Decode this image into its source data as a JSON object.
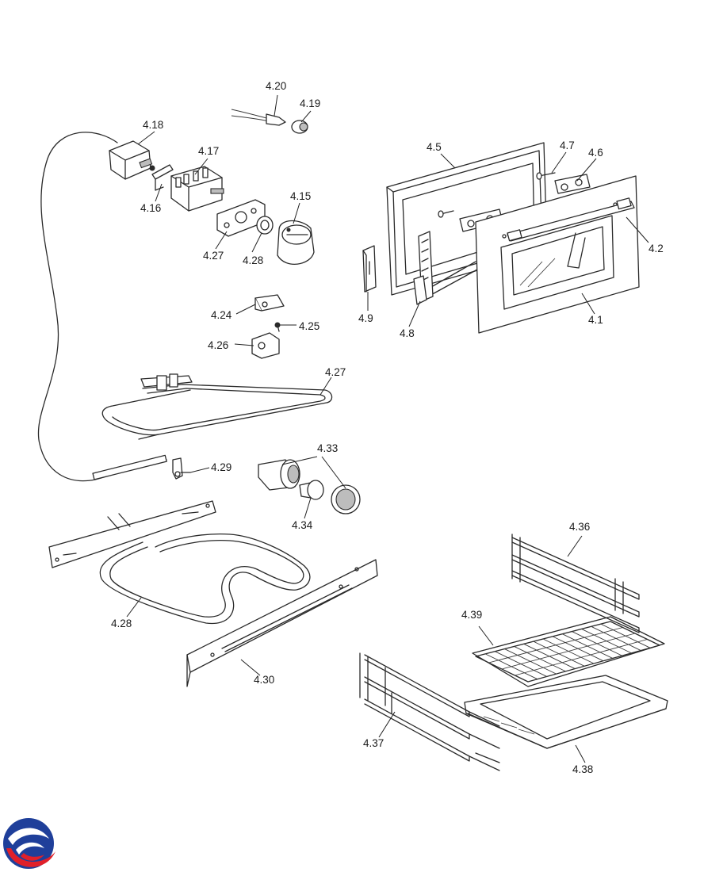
{
  "callouts": {
    "c4_1": "4.1",
    "c4_2": "4.2",
    "c4_5": "4.5",
    "c4_6": "4.6",
    "c4_7": "4.7",
    "c4_8": "4.8",
    "c4_9": "4.9",
    "c4_15": "4.15",
    "c4_16": "4.16",
    "c4_17": "4.17",
    "c4_18": "4.18",
    "c4_19": "4.19",
    "c4_20": "4.20",
    "c4_24": "4.24",
    "c4_25": "4.25",
    "c4_26": "4.26",
    "c4_27a": "4.27",
    "c4_27b": "4.27",
    "c4_28": "4.28",
    "c4_28b": "4.28",
    "c4_29": "4.29",
    "c4_30": "4.30",
    "c4_33": "4.33",
    "c4_34": "4.34",
    "c4_36": "4.36",
    "c4_37": "4.37",
    "c4_38": "4.38",
    "c4_39": "4.39"
  },
  "logo": {
    "colors": {
      "blue": "#1f3f9a",
      "red": "#e0202a"
    }
  }
}
